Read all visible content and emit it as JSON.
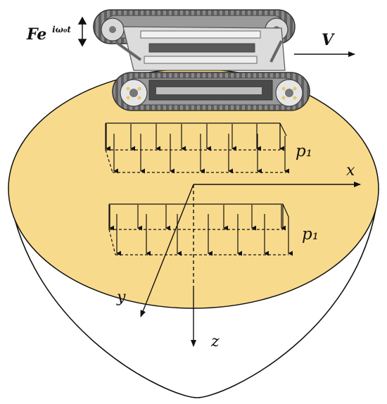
{
  "force": {
    "symbol": "Fe",
    "exponent": "iω₀t"
  },
  "velocity": {
    "symbol": "V"
  },
  "loads": [
    {
      "symbol": "p₁"
    },
    {
      "symbol": "p₁"
    }
  ],
  "axes": {
    "x": "x",
    "y": "y",
    "z": "z"
  },
  "colors": {
    "ground": "#F8DA8C",
    "outline": "#111111",
    "track": "#6b6b6b",
    "frame": "#cfcfcf",
    "wheel": "#e9c76a"
  }
}
